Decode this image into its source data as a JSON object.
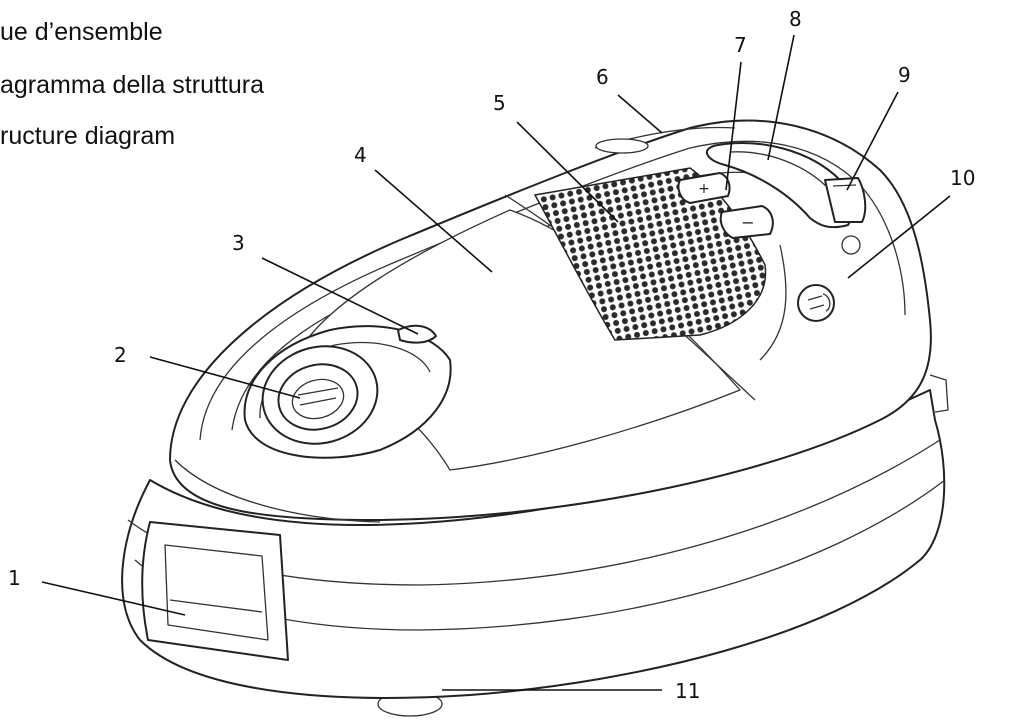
{
  "headings": [
    "ue d’ensemble",
    "agramma della struttura",
    "ructure diagram"
  ],
  "callouts": [
    "1",
    "2",
    "3",
    "4",
    "5",
    "6",
    "7",
    "8",
    "9",
    "10",
    "11"
  ],
  "buttons": {
    "plus_symbol": "+",
    "minus_symbol": "−"
  },
  "icons": {
    "power_plug": "plug-icon"
  }
}
